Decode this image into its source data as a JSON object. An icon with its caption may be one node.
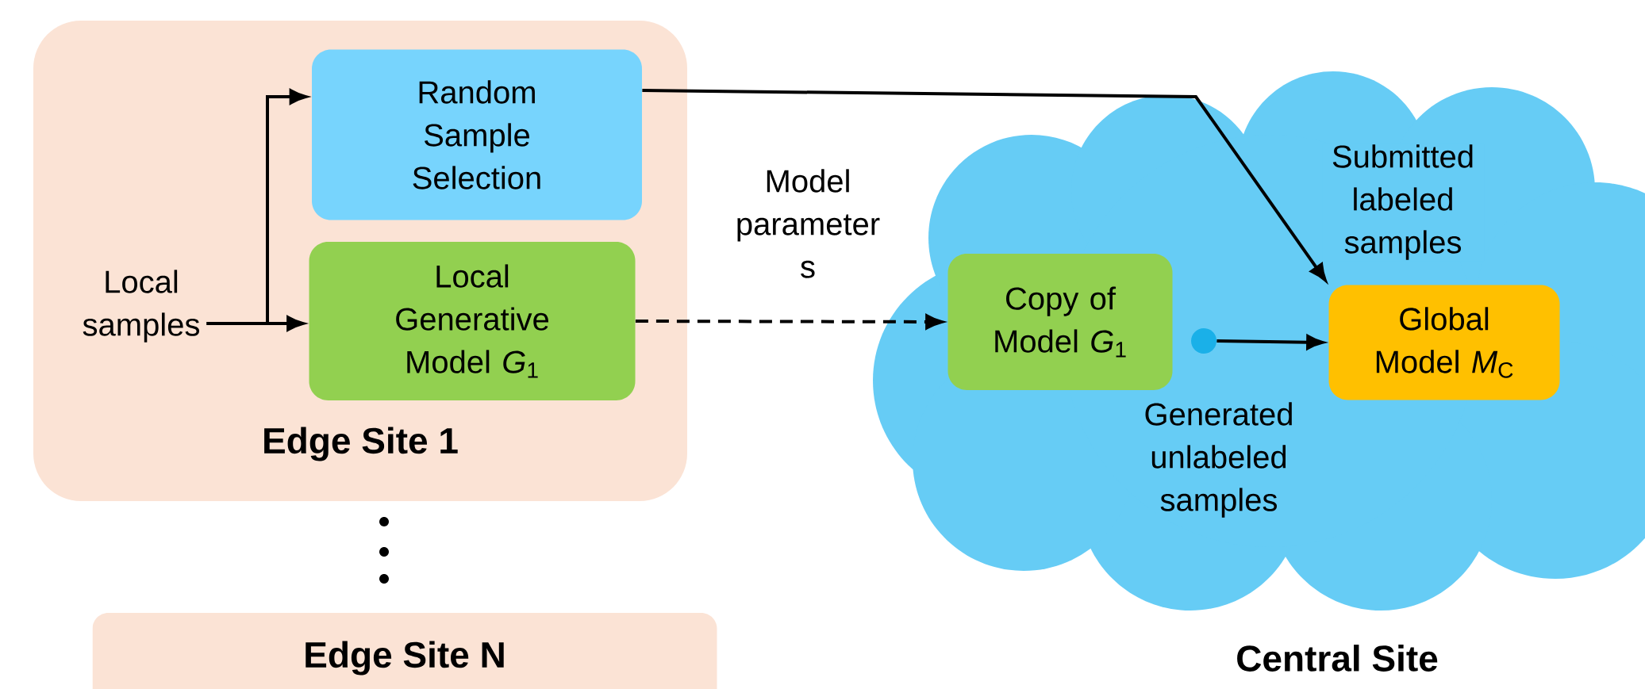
{
  "diagram": {
    "nodes": [
      {
        "text": [
          "Edge Site 1"
        ]
      },
      {
        "text": [
          "Random Sample Selection"
        ],
        "in": 0
      },
      {
        "text": [
          "Local Generative Model *G*$_{1}$"
        ],
        "in": 0
      },
      {
        "text": [
          "Local samples"
        ],
        "in": 0
      },
      {
        "text": [
          "Edge Site N"
        ]
      },
      {
        "text": [
          "Central Site"
        ]
      },
      {
        "text": [
          "Copy of Model *G*$_{1}$"
        ],
        "in": 5
      },
      {
        "text": [
          "Global Model *M*$_{C}$"
        ],
        "in": 5
      },
      {
        "text": [],
        "shape": "circle",
        "in": 5
      }
    ],
    "edges": [
      {
        "from": 3,
        "to": 1,
        "arrow": "to"
      },
      {
        "from": 3,
        "to": 2,
        "arrow": "to"
      },
      {
        "from": 2,
        "to": 6,
        "arrow": "to",
        "style": "dashed",
        "label": "Model parameter s"
      },
      {
        "from": 1,
        "to": 7,
        "arrow": "to",
        "label": "Submitted labeled samples"
      },
      {
        "from": 8,
        "to": 7,
        "arrow": "to"
      }
    ],
    "labels": [
      "Generated unlabeled samples"
    ]
  }
}
